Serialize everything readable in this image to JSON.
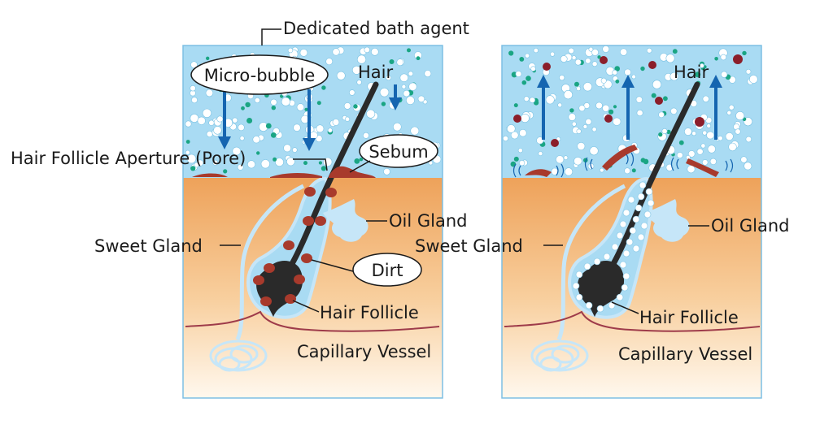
{
  "labels": {
    "dedicated_bath_agent": "Dedicated bath agent",
    "micro_bubble": "Micro-bubble",
    "hair": "Hair",
    "hair_follicle_aperture": "Hair Follicle Aperture (Pore)",
    "sebum": "Sebum",
    "oil_gland": "Oil Gland",
    "sweet_gland": "Sweet Gland",
    "dirt": "Dirt",
    "hair_follicle": "Hair Follicle",
    "capillary_vessel": "Capillary Vessel"
  },
  "colors": {
    "water": "#a9dbf3",
    "skin_top": "#eea25a",
    "skin_bottom": "#fff6ea",
    "border": "#7dbfe4",
    "arrow": "#1565b0",
    "hair": "#2a2a2a",
    "dirt": "#a83a2c",
    "gland": "#c6e6f8",
    "bubble_dot": "#1aa583",
    "vessel": "#9e3b4a"
  }
}
